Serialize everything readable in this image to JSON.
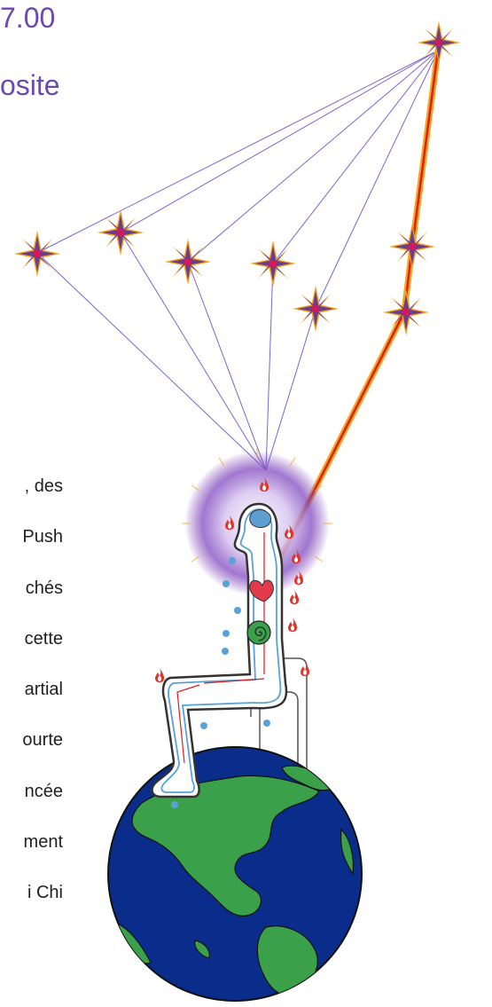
{
  "heading": {
    "line1": "7.00",
    "line2": "osite"
  },
  "body_text": {
    "lines": [
      ", des",
      "Push",
      "chés",
      "cette",
      "artial",
      "ourte",
      "ncée",
      "ment",
      "i Chi"
    ]
  },
  "illustration": {
    "subject": "person-seated-on-globe-connected-to-stars-icon",
    "colors": {
      "star_outer": "#f4a21a",
      "star_inner": "#6a3e8c",
      "star_center": "#d6185a",
      "connector_lines": "#7a66c8",
      "beam_outer": "#f7a51c",
      "beam_inner": "#d91e1e",
      "halo": "#7b3fb4",
      "ocean": "#0a2d8c",
      "land": "#3aa04a",
      "dots": "#5aa2d6",
      "flames": "#e0352b",
      "heart": "#e23a4a",
      "brain": "#5e9fd1",
      "spiral": "#3aa04a"
    }
  }
}
